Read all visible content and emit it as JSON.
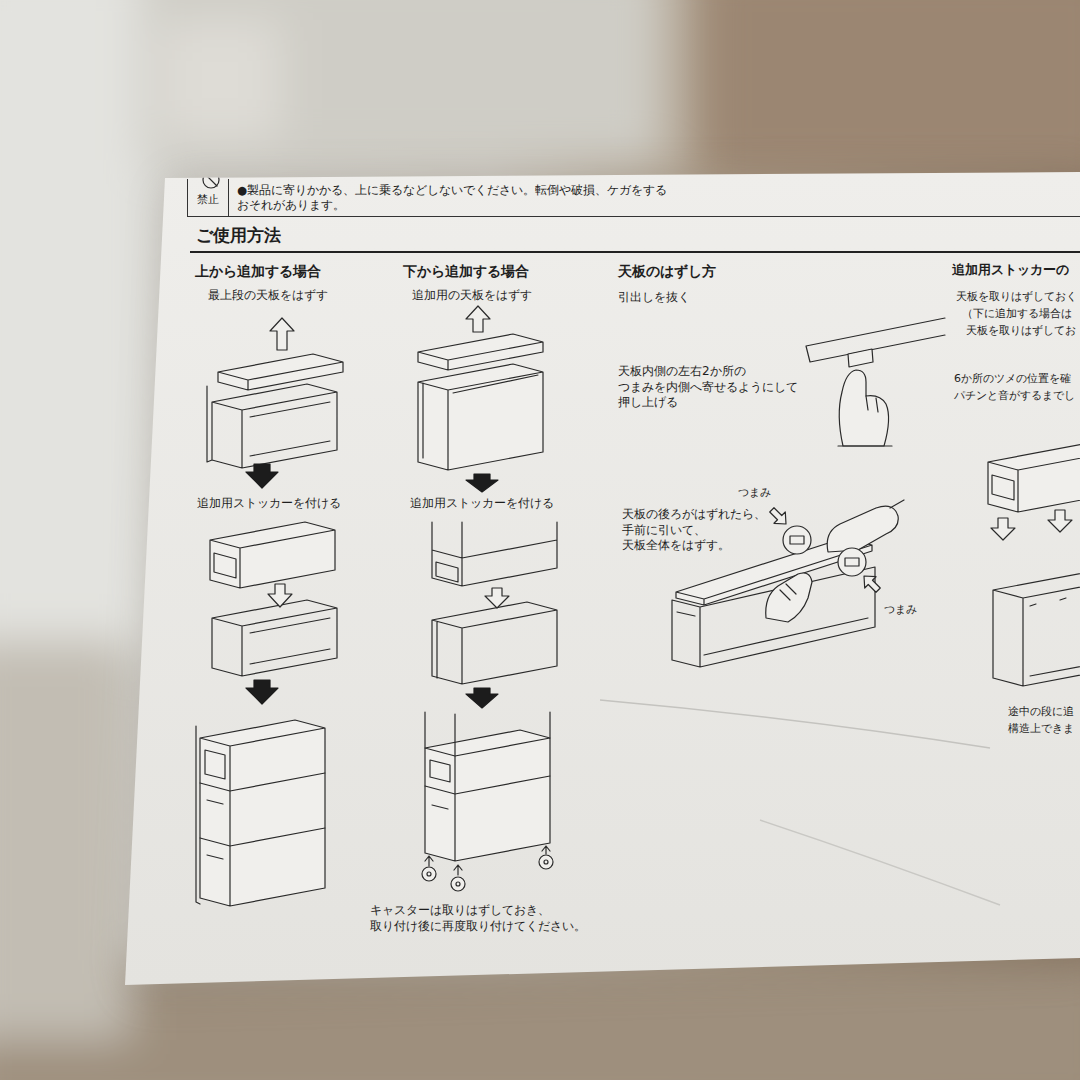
{
  "diagram": {
    "title": "ご使用方法",
    "nodes": [
      {
        "text": [
          "禁止",
          "●製品に寄りかかる、上に乗るなどしないでください。転倒や破損、ケガをする おそれがあります。"
        ]
      }
    ],
    "labels": [
      "上から追加する場合",
      "最上段の天板をはずす",
      "追加用ストッカーを付ける",
      "下から追加する場合",
      "追加用の天板をはずす",
      "追加用ストッカーを付ける",
      "キャスターは取りはずしておき、 取り付け後に再度取り付けてください。",
      "天板のはずし方",
      "引出しを抜く",
      "天板内側の左右2か所の つまみを内側へ寄せるようにして 押し上げる",
      "つまみ",
      "天板の後ろがはずれたら、 手前に引いて、 天板全体をはずす。",
      "つまみ",
      "追加用ストッカーの",
      "天板を取りはずしておく",
      "（下に追加する場合は",
      "天板を取りはずしてお",
      "6か所のツメの位置を確",
      "パチンと音がするまでし",
      "途中の段に追",
      "構造上できま"
    ]
  }
}
